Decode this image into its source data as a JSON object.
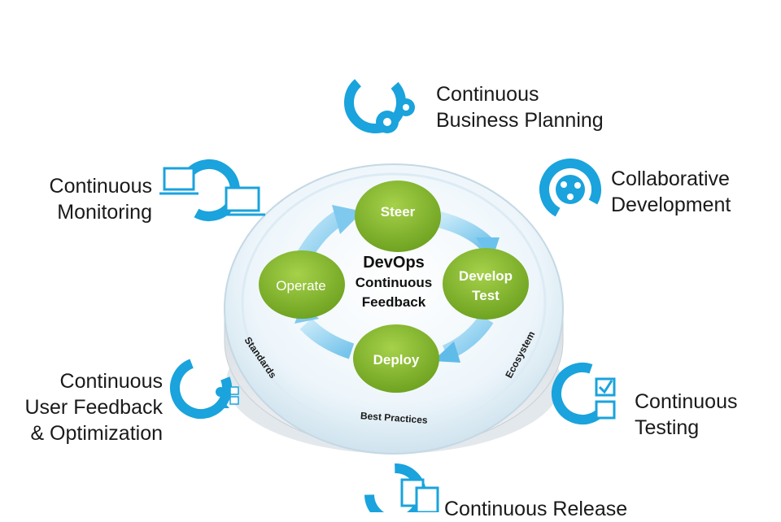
{
  "center": {
    "title": "DevOps",
    "subtitle_line1": "Continuous",
    "subtitle_line2": "Feedback"
  },
  "cycle_nodes": {
    "steer": "Steer",
    "develop_line1": "Develop",
    "develop_line2": "Test",
    "deploy": "Deploy",
    "operate": "Operate"
  },
  "platform_rim": {
    "left": "Standards",
    "bottom": "Best Practices",
    "right": "Ecosystem"
  },
  "practices": {
    "business_planning": {
      "line1": "Continuous",
      "line2": "Business Planning"
    },
    "collaborative_development": {
      "line1": "Collaborative",
      "line2": "Development"
    },
    "testing": {
      "line1": "Continuous",
      "line2": "Testing"
    },
    "release": {
      "line1": "Continuous Release"
    },
    "user_feedback": {
      "line1": "Continuous",
      "line2": "User Feedback",
      "line3": "& Optimization"
    },
    "monitoring": {
      "line1": "Continuous",
      "line2": "Monitoring"
    }
  },
  "icons": {
    "business_planning": "gears-icon",
    "collaborative_development": "people-network-icon",
    "testing": "checklist-icon",
    "release": "documents-icon",
    "user_feedback": "user-feedback-icon",
    "monitoring": "monitors-icon"
  },
  "colors": {
    "accent_blue": "#1aa3dc",
    "node_green": "#86b82e",
    "arrow_blue": "#8fd0f0"
  }
}
